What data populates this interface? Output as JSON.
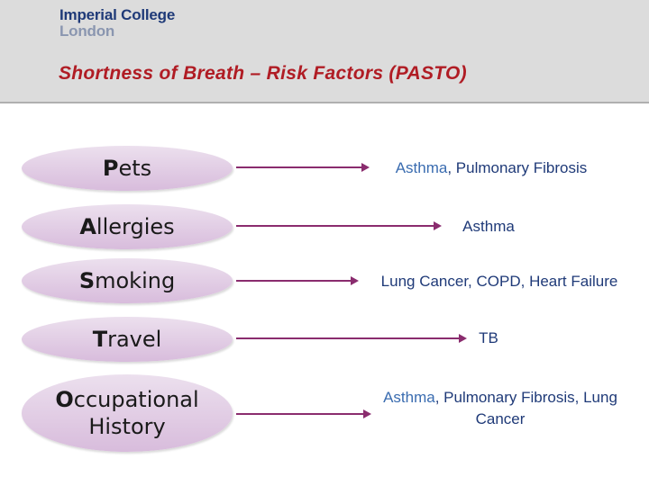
{
  "logo": {
    "line1": "Imperial College",
    "line2": "London"
  },
  "title": "Shortness of Breath – Risk Factors (PASTO)",
  "rows": [
    {
      "factor_initial": "P",
      "factor_rest": "ets",
      "result_hl": "Asthma",
      "result_rest": ", Pulmonary Fibrosis"
    },
    {
      "factor_initial": "A",
      "factor_rest": "llergies",
      "result_hl": "",
      "result_rest": "Asthma"
    },
    {
      "factor_initial": "S",
      "factor_rest": "moking",
      "result_hl": "",
      "result_rest": "Lung Cancer, COPD, Heart Failure"
    },
    {
      "factor_initial": "T",
      "factor_rest": "ravel",
      "result_hl": "",
      "result_rest": "TB"
    },
    {
      "factor_initial": "O",
      "factor_rest": "ccupational History",
      "result_hl": "Asthma",
      "result_rest": ", Pulmonary Fibrosis, Lung Cancer"
    }
  ]
}
